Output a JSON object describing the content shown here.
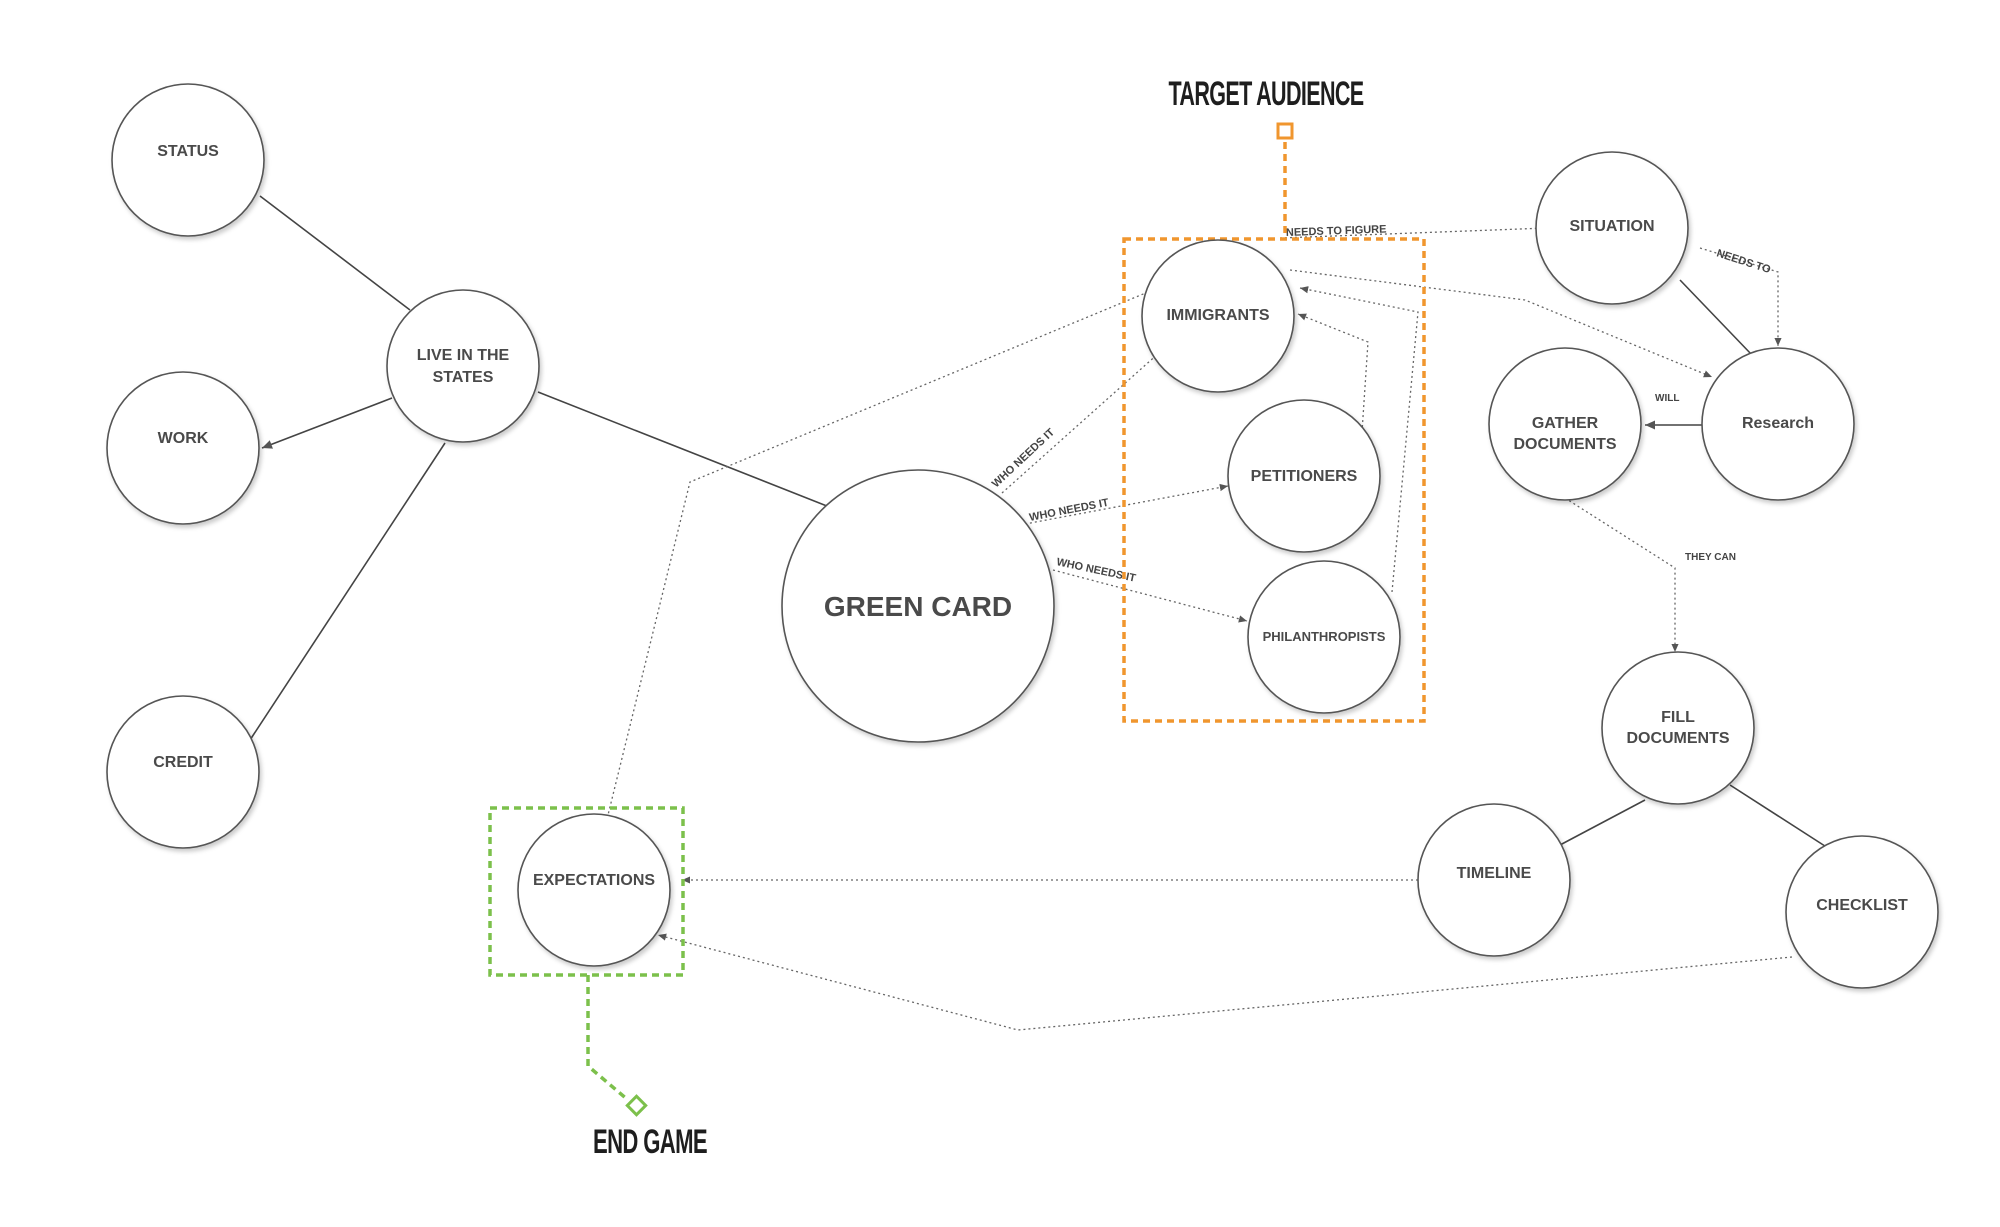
{
  "nodes": {
    "status": "STATUS",
    "work": "WORK",
    "credit": "CREDIT",
    "live_line1": "LIVE IN THE",
    "live_line2": "STATES",
    "green_card": "GREEN CARD",
    "expectations": "EXPECTATIONS",
    "immigrants": "IMMIGRANTS",
    "petitioners": "PETITIONERS",
    "philanthropists": "PHILANTHROPISTS",
    "situation": "SITUATION",
    "research": "Research",
    "gather_line1": "GATHER",
    "gather_line2": "DOCUMENTS",
    "fill_line1": "FILL",
    "fill_line2": "DOCUMENTS",
    "timeline": "TIMELINE",
    "checklist": "CHECKLIST"
  },
  "edge_labels": {
    "who_needs_it_1": "WHO NEEDS IT",
    "who_needs_it_2": "WHO NEEDS IT",
    "who_needs_it_3": "WHO NEEDS IT",
    "needs_to_figure": "NEEDS TO FIGURE",
    "needs_to": "NEEDS TO",
    "will": "WILL",
    "they_can": "THEY CAN"
  },
  "callouts": {
    "target_audience": "TARGET AUDIENCE",
    "end_game": "END GAME"
  },
  "colors": {
    "target_audience": "#f0962e",
    "end_game": "#7cc04b"
  }
}
